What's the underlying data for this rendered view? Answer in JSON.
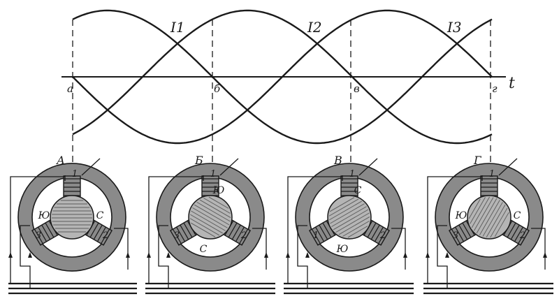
{
  "diagram": {
    "wave_labels": [
      "I1",
      "I2",
      "I3"
    ],
    "axis_label": "t",
    "time_points": [
      "а",
      "б",
      "в",
      "г"
    ],
    "stators": [
      {
        "label": "А",
        "poles": {
          "top": "",
          "left": "Ю",
          "right": "С",
          "bottom": ""
        },
        "coils": [
          "1",
          "3",
          "2"
        ]
      },
      {
        "label": "Б",
        "poles": {
          "top": "Ю",
          "left": "",
          "right": "",
          "bottom": "С"
        },
        "coils": [
          "1",
          "3",
          "2"
        ]
      },
      {
        "label": "В",
        "poles": {
          "top": "С",
          "left": "",
          "right": "",
          "bottom": "Ю"
        },
        "coils": [
          "1",
          "1",
          "2"
        ]
      },
      {
        "label": "Г",
        "poles": {
          "top": "",
          "left": "Ю",
          "right": "С",
          "bottom": ""
        },
        "coils": [
          "1",
          "3",
          "2"
        ]
      }
    ],
    "colors": {
      "ink": "#1a1a1a",
      "ring": "#8a8a8a",
      "rotor": "#b5b5b5",
      "rotor_hatch": "#5a5a5a"
    }
  }
}
